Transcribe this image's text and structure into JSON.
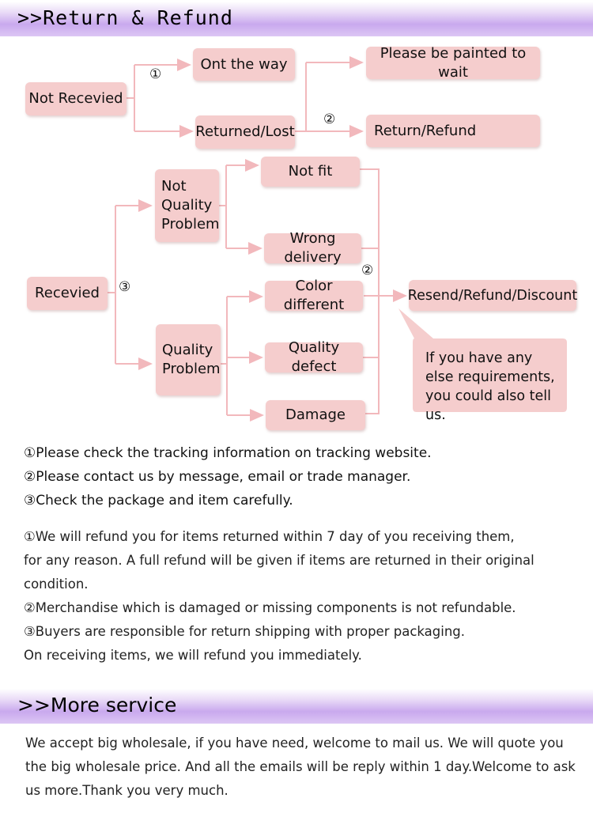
{
  "section1": {
    "title": ">>Return & Refund"
  },
  "section2": {
    "title": ">>More service"
  },
  "diagram": {
    "not_received": "Not Recevied",
    "on_the_way": "Ont the way",
    "please_wait": "Please be painted to wait",
    "returned_lost": "Returned/Lost",
    "return_refund": "Return/Refund",
    "received": "Recevied",
    "not_quality_problem": "Not Quality Problem",
    "quality_problem": "Quality Problem",
    "not_fit": "Not fit",
    "wrong_delivery": "Wrong delivery",
    "color_different": "Color different",
    "quality_defect": "Quality defect",
    "damage": "Damage",
    "resend": "Resend/Refund/Discount",
    "callout": "If you have any else requirements, you could also tell us.",
    "marker1": "①",
    "marker2": "②",
    "marker3": "③"
  },
  "steps": [
    "①Please check the tracking information on tracking website.",
    "②Please contact us by message, email or trade manager.",
    "③Check the package and item carefully."
  ],
  "policy": [
    "①We will refund you for items returned within 7 day of you receiving them,",
    "for any reason. A full refund will be given if items are returned in their original",
    "condition.",
    "②Merchandise which is damaged or missing components is not refundable.",
    "③Buyers are responsible for return shipping with proper packaging.",
    "On receiving items, we will refund you immediately."
  ],
  "service": [
    "We accept big wholesale, if you have need, welcome to mail us. We will quote you",
    "the big wholesale price. And all the emails will be reply within 1 day.Welcome to ask",
    "us more.Thank you very much."
  ],
  "colors": {
    "box": "#f5cdcd",
    "connector": "#f2b8bc",
    "banner": "#c9a9ee"
  }
}
